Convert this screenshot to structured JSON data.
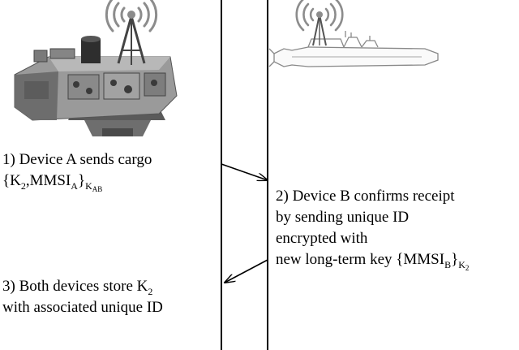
{
  "step1": {
    "line1": "1) Device A sends cargo",
    "brace_open": "{",
    "key": "K",
    "key_sub": "2",
    "comma_mmsi": ",MMSI",
    "mmsi_sub": "A",
    "brace_close": "}",
    "enc_key": "K",
    "enc_key_sub": "AB"
  },
  "step2": {
    "line1": "2) Device B confirms receipt",
    "line2": "by sending unique ID",
    "line3": "encrypted with",
    "line4_prefix": "new long-term key ",
    "brace_open": "{",
    "mmsi": "MMSI",
    "mmsi_sub": "B",
    "brace_close": "}",
    "enc_key": "K",
    "enc_key_sub": "2"
  },
  "step3": {
    "line1_prefix": "3) Both devices store K",
    "key_sub": "2",
    "line2": "with associated unique ID"
  },
  "icons": {
    "device_a": "buoy-device-icon",
    "device_b": "submarine-icon",
    "signal": "radio-antenna-icon"
  },
  "colors": {
    "ink": "#000000",
    "device_grey": "#7a7a7a",
    "signal_grey": "#8c8c8c"
  }
}
